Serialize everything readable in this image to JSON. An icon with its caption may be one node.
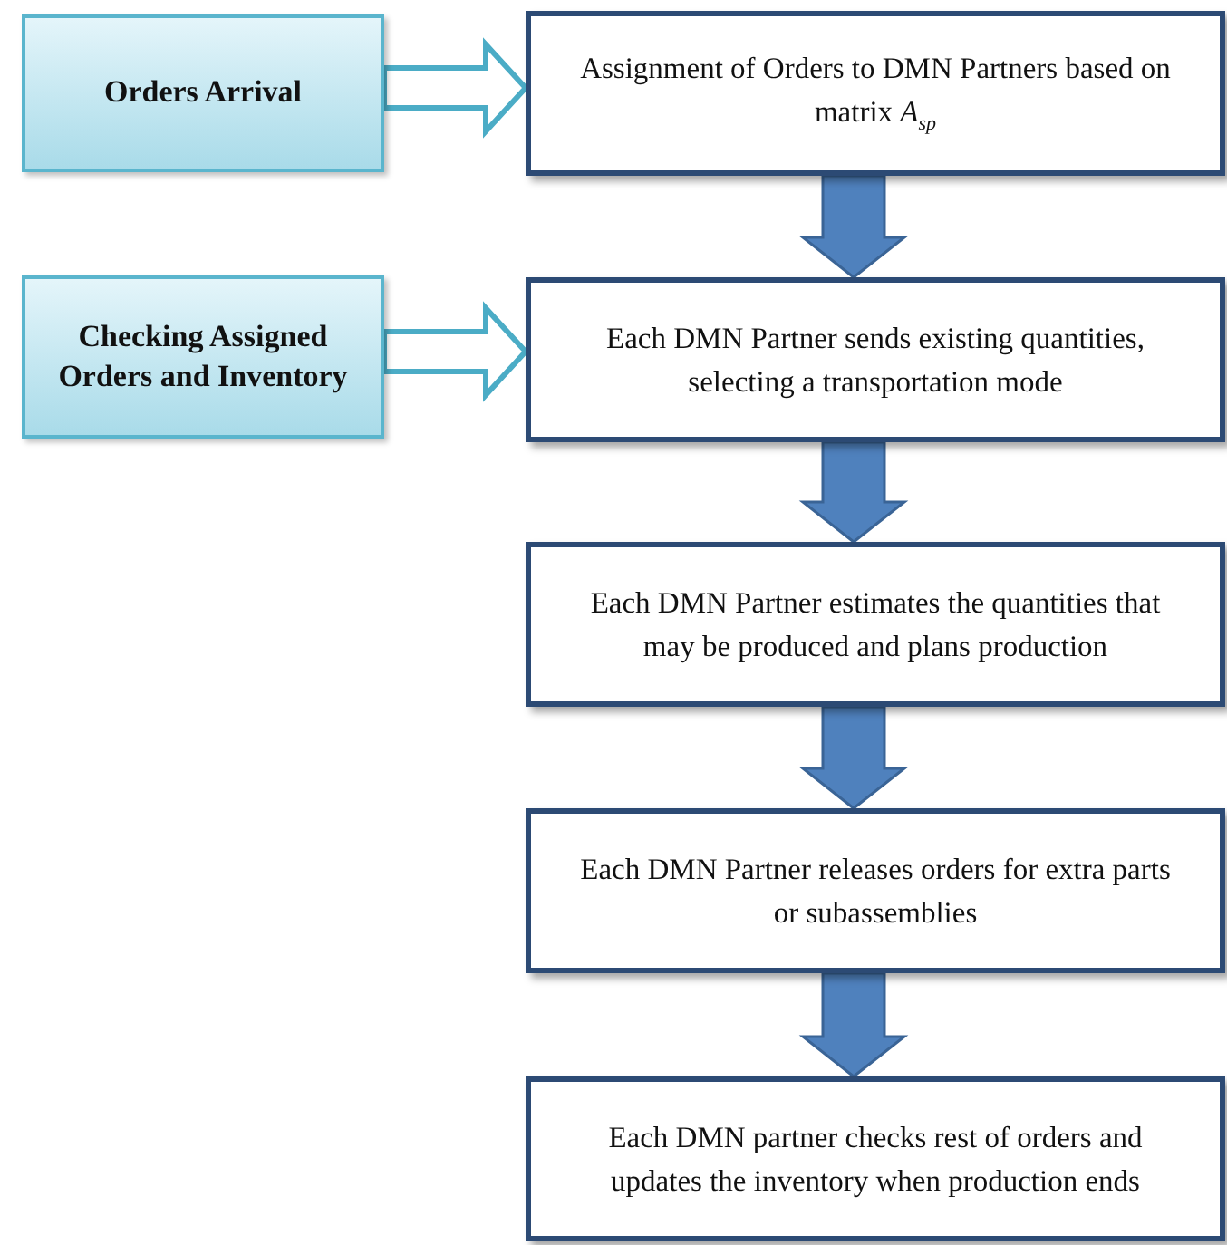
{
  "diagram": {
    "nodes": [
      {
        "text": [
          "Orders Arrival"
        ]
      },
      {
        "text": [
          "Assignment of Orders to DMN Partners based on matrix *A*$_{sp}$"
        ]
      },
      {
        "text": [
          "Checking Assigned Orders and Inventory"
        ]
      },
      {
        "text": [
          "Each DMN Partner sends existing quantities, selecting a transportation mode"
        ]
      },
      {
        "text": [
          "Each DMN Partner estimates the quantities that may be produced and plans production"
        ]
      },
      {
        "text": [
          "Each DMN Partner releases orders for extra parts or subassemblies"
        ]
      },
      {
        "text": [
          "Each DMN partner checks rest of orders and updates the inventory when production ends"
        ]
      }
    ],
    "edges": [
      {
        "from": 0,
        "to": 1,
        "arrow": "to",
        "color": "#4bacc6"
      },
      {
        "from": 2,
        "to": 3,
        "arrow": "to",
        "color": "#4bacc6"
      },
      {
        "from": 1,
        "to": 3,
        "arrow": "to"
      },
      {
        "from": 3,
        "to": 4,
        "arrow": "to"
      },
      {
        "from": 4,
        "to": 5,
        "arrow": "to"
      },
      {
        "from": 5,
        "to": 6,
        "arrow": "to"
      }
    ]
  }
}
